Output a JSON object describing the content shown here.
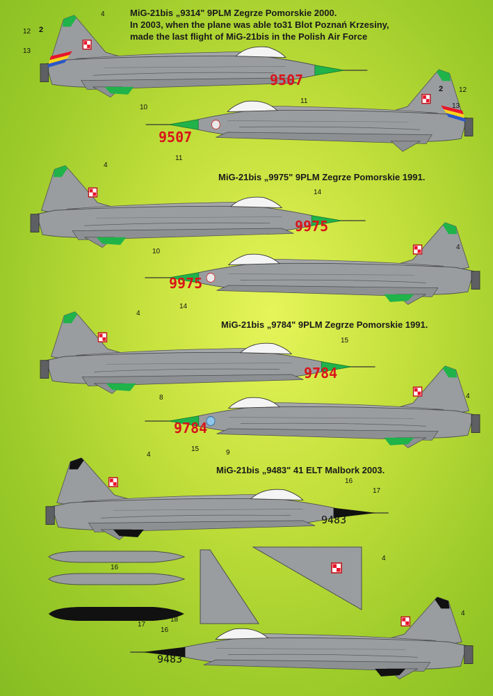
{
  "colors": {
    "fuselage": "#9a9d9f",
    "fuselage_dark": "#6e7173",
    "nose_green": "#1fb34a",
    "serial_red": "#d8141a",
    "polish_red": "#e8152a",
    "background": "#b7d935"
  },
  "captions": {
    "c1_line1": "MiG-21bis „9314\"  9PLM Zegrze Pomorskie 2000.",
    "c1_line2": "In 2003, when the plane was able to31 Blot Poznań Krzesiny,",
    "c1_line3": "made the last flight of MiG-21bis in the Polish Air Force",
    "c2": "MiG-21bis „9975\"  9PLM Zegrze Pomorskie 1991.",
    "c3": "MiG-21bis „9784\"  9PLM Zegrze Pomorskie 1991.",
    "c4": "MiG-21bis „9483\"  41 ELT Malbork 2003."
  },
  "serials": {
    "s1a": "9507",
    "s1b": "9507",
    "s2a": "9975",
    "s2b": "9975",
    "s3a": "9784",
    "s3b": "9784",
    "s4a": "9483",
    "s4b": "9483"
  },
  "fin_numbers": {
    "f1a": "2",
    "f1b": "2"
  },
  "callouts": {
    "a1_4": "4",
    "a1_12": "12",
    "a1_13": "13",
    "a1_11": "11",
    "b1_12": "12",
    "b1_13": "13",
    "b1_10": "10",
    "b1_11": "11",
    "a2_4": "4",
    "a2_14": "14",
    "b2_4": "4",
    "b2_10": "10",
    "b2_14": "14",
    "a3_4": "4",
    "a3_15": "15",
    "b3_4": "4",
    "b3_8": "8",
    "b3_15": "15",
    "b3_9": "9",
    "a4_4": "4",
    "a4_16": "16",
    "a4_17": "17",
    "p_16": "16",
    "p_4": "4",
    "b4_4": "4",
    "b4_17": "17",
    "b4_18": "18",
    "b4_16": "16"
  }
}
